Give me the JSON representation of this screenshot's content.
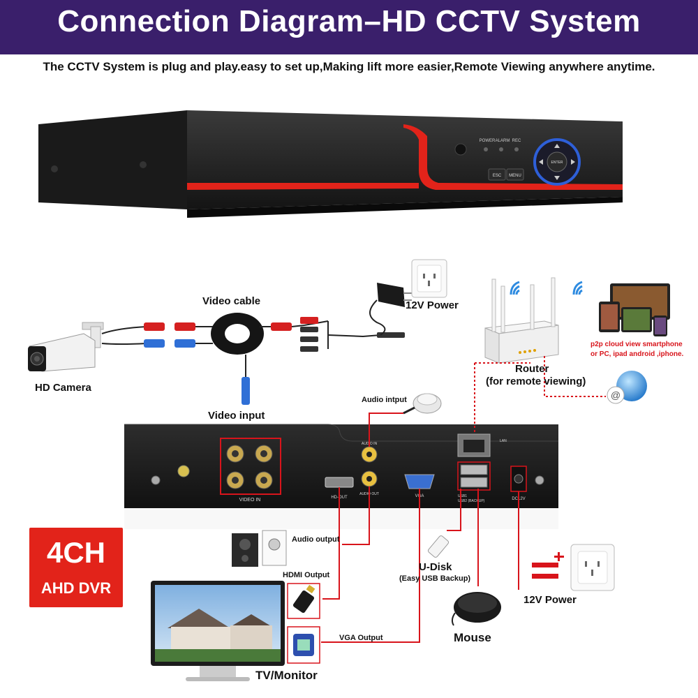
{
  "header": {
    "title": "Connection Diagram–HD CCTV System",
    "tagline": "The CCTV System is plug and play.easy to set up,Making lift more easier,Remote Viewing anywhere anytime."
  },
  "dvr_front": {
    "indicators": [
      "POWER",
      "ALARM",
      "REC"
    ],
    "buttons": {
      "esc": "ESC",
      "menu": "MENU",
      "enter": "ENTER"
    }
  },
  "labels": {
    "video_cable": "Video cable",
    "power_top": "12V Power",
    "hd_camera": "HD Camera",
    "video_input": "Video input",
    "router": "Router",
    "router_sub": "(for remote viewing)",
    "p2p_line1": "p2p cloud  view smartphone",
    "p2p_line2": "or PC, ipad android ,iphone.",
    "audio_input": "Audio intput",
    "audio_output": "Audio output",
    "hdmi_output": "HDMI Output",
    "vga_output": "VGA Output",
    "udisk": "U-Disk",
    "udisk_sub": "(Easy USB Backup)",
    "mouse": "Mouse",
    "power_bottom": "12V Power",
    "tv_monitor": "TV/Monitor"
  },
  "dvr_rear": {
    "video_in": "VIDEO IN",
    "hd_out": "HD-OUT",
    "audio_in": "AUDIO IN",
    "audio_out": "AUDIO OUT",
    "vga": "VGA",
    "lan": "LAN",
    "usb1": "USB1",
    "usb2": "USB2 (BACKUP)",
    "dc": "DC12V"
  },
  "badge": {
    "line1": "4CH",
    "line2": "AHD DVR"
  },
  "colors": {
    "banner": "#3a1f6b",
    "accent_red": "#e2231a",
    "wire_red": "#d8141b"
  }
}
